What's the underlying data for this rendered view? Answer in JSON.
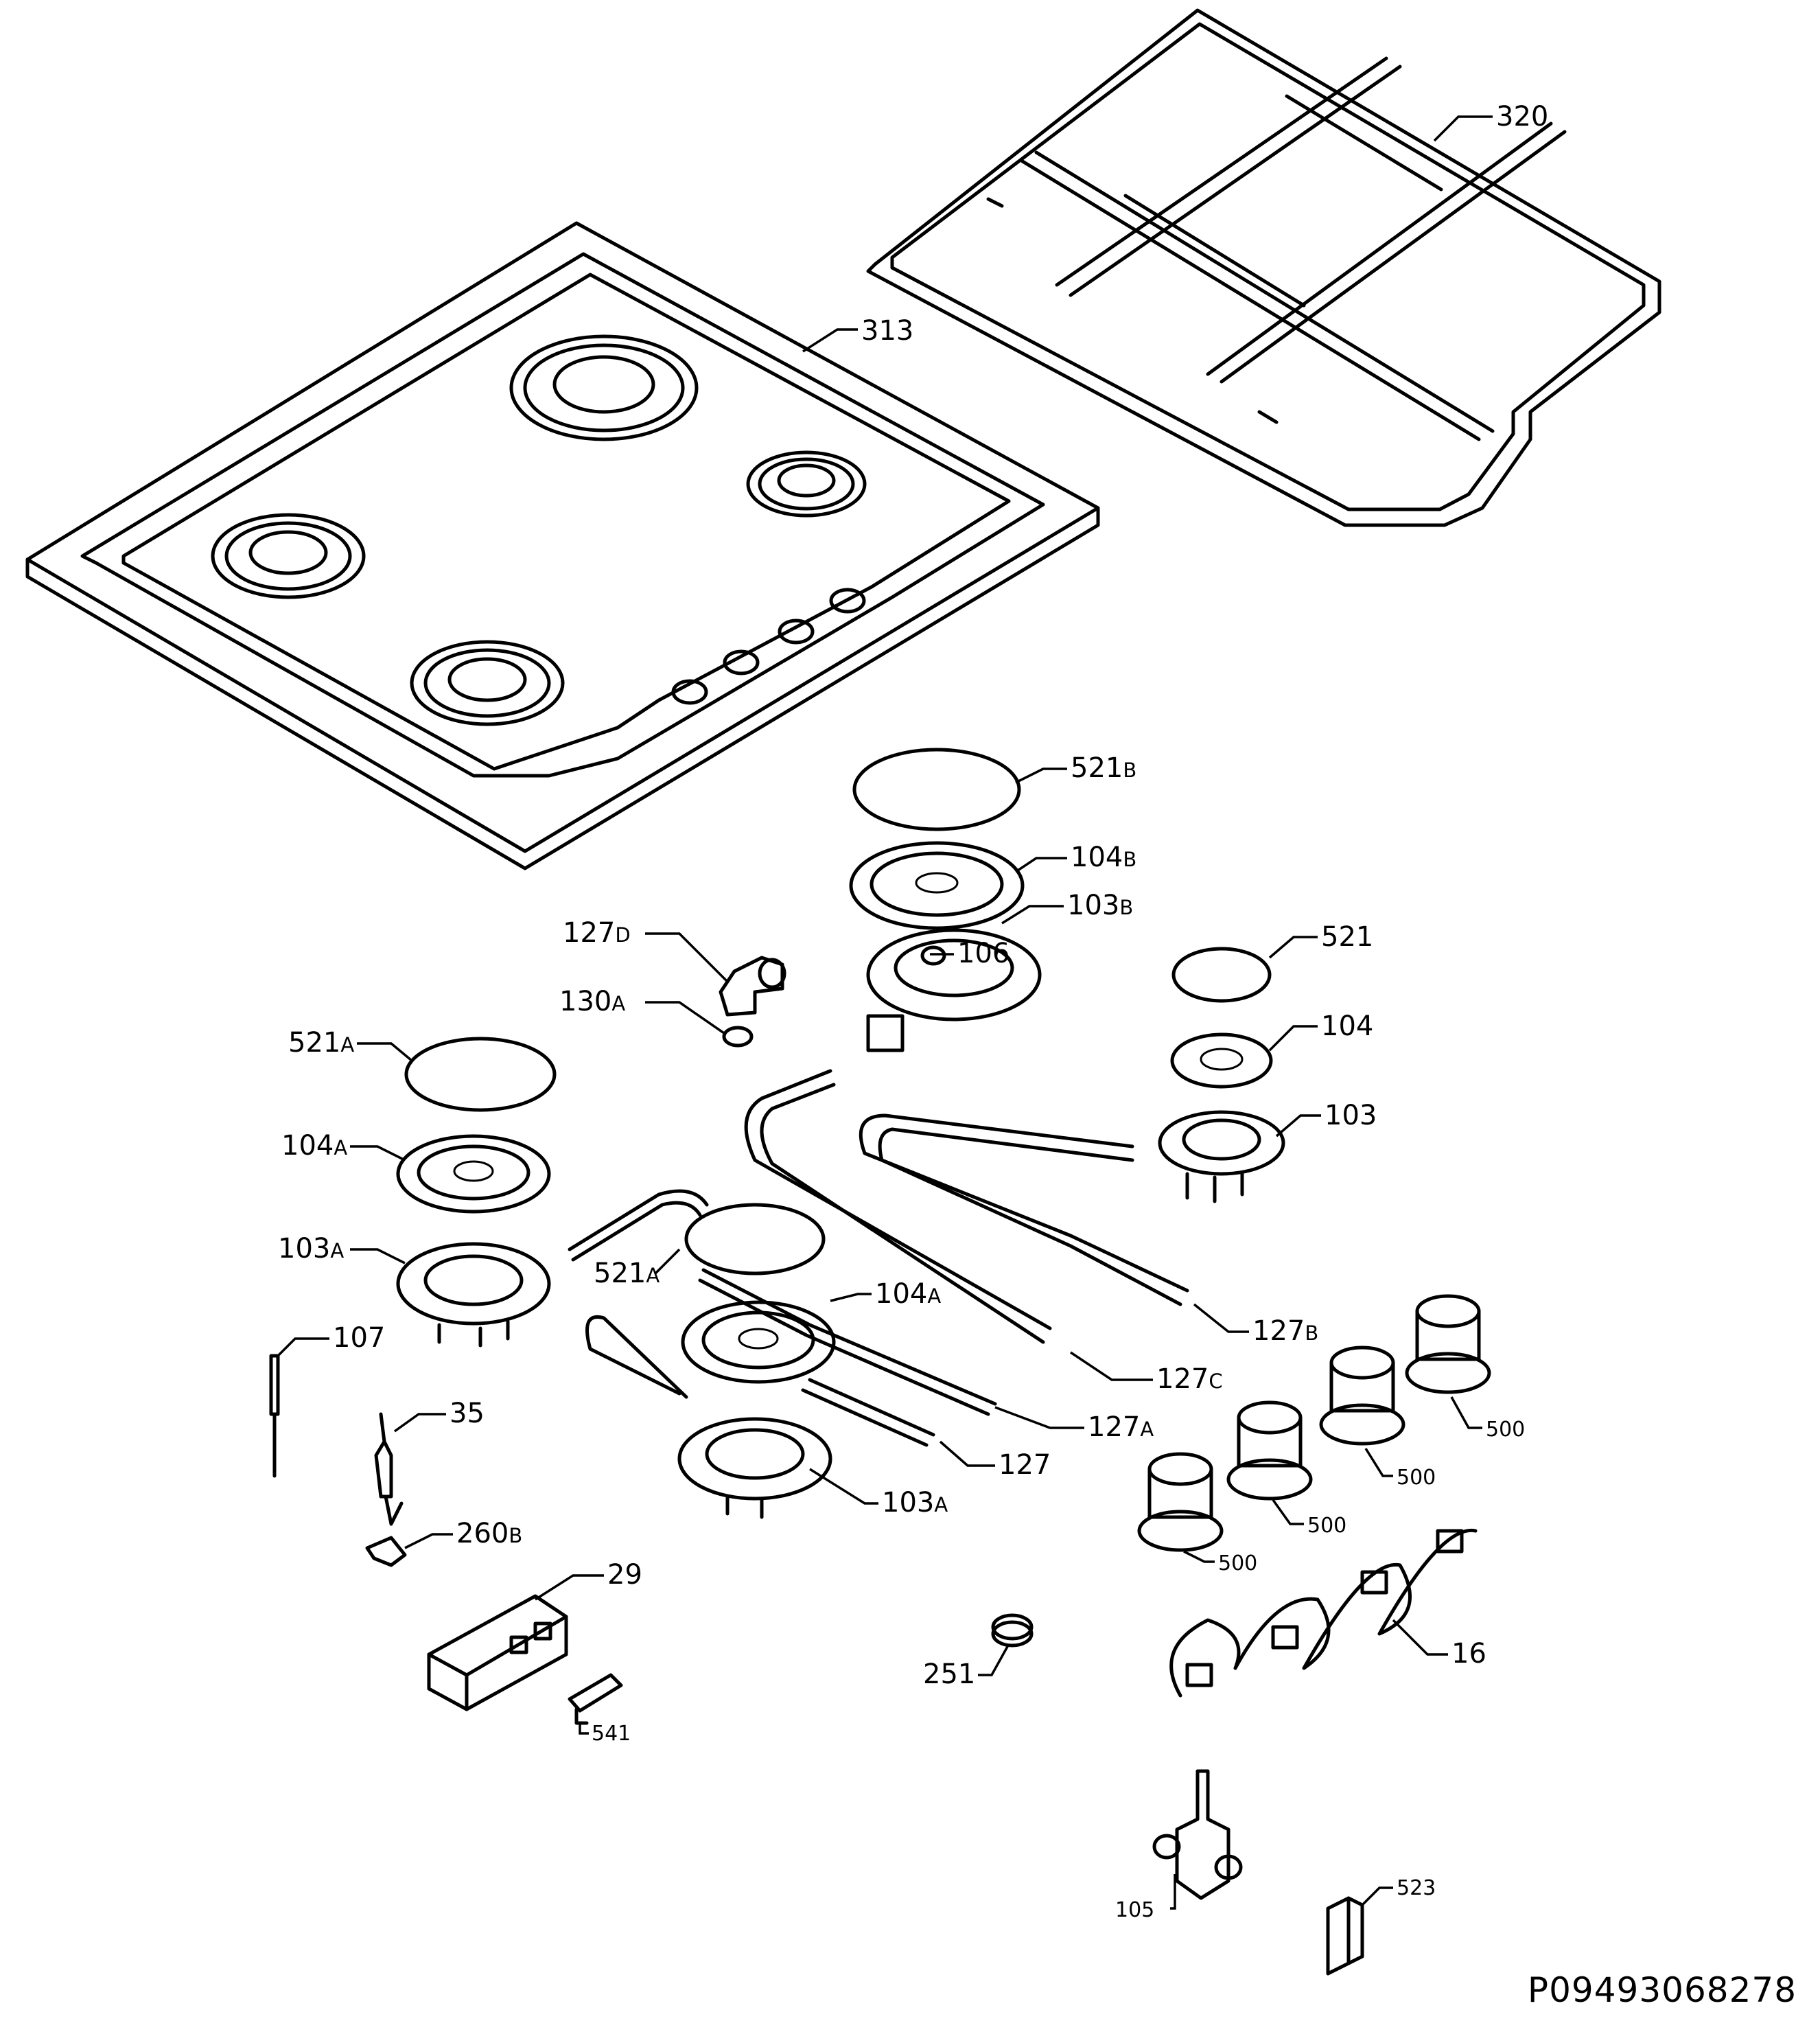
{
  "diagram": {
    "drawing_code": "P09493068278",
    "callouts": [
      {
        "id": "c320",
        "main": "320",
        "sub": ""
      },
      {
        "id": "c313",
        "main": "313",
        "sub": ""
      },
      {
        "id": "c521b",
        "main": "521",
        "sub": "B"
      },
      {
        "id": "c104b",
        "main": "104",
        "sub": "B"
      },
      {
        "id": "c103b",
        "main": "103",
        "sub": "B"
      },
      {
        "id": "c127d",
        "main": "127",
        "sub": "D"
      },
      {
        "id": "c106",
        "main": "106",
        "sub": ""
      },
      {
        "id": "c521",
        "main": "521",
        "sub": ""
      },
      {
        "id": "c130a",
        "main": "130",
        "sub": "A"
      },
      {
        "id": "c521a1",
        "main": "521",
        "sub": "A"
      },
      {
        "id": "c104",
        "main": "104",
        "sub": ""
      },
      {
        "id": "c103",
        "main": "103",
        "sub": ""
      },
      {
        "id": "c104a1",
        "main": "104",
        "sub": "A"
      },
      {
        "id": "c103a1",
        "main": "103",
        "sub": "A"
      },
      {
        "id": "c521a2",
        "main": "521",
        "sub": "A"
      },
      {
        "id": "c104a2",
        "main": "104",
        "sub": "A"
      },
      {
        "id": "c127b",
        "main": "127",
        "sub": "B"
      },
      {
        "id": "c107",
        "main": "107",
        "sub": ""
      },
      {
        "id": "c127c",
        "main": "127",
        "sub": "C"
      },
      {
        "id": "c35",
        "main": "35",
        "sub": ""
      },
      {
        "id": "c127a",
        "main": "127",
        "sub": "A"
      },
      {
        "id": "c500a",
        "main": "500",
        "sub": ""
      },
      {
        "id": "c127",
        "main": "127",
        "sub": ""
      },
      {
        "id": "c500b",
        "main": "500",
        "sub": ""
      },
      {
        "id": "c103a2",
        "main": "103",
        "sub": "A"
      },
      {
        "id": "c500c",
        "main": "500",
        "sub": ""
      },
      {
        "id": "c260b",
        "main": "260",
        "sub": "B"
      },
      {
        "id": "c500d",
        "main": "500",
        "sub": ""
      },
      {
        "id": "c29",
        "main": "29",
        "sub": ""
      },
      {
        "id": "c16",
        "main": "16",
        "sub": ""
      },
      {
        "id": "c251",
        "main": "251",
        "sub": ""
      },
      {
        "id": "c541",
        "main": "541",
        "sub": ""
      },
      {
        "id": "c523",
        "main": "523",
        "sub": ""
      },
      {
        "id": "c105",
        "main": "105",
        "sub": ""
      }
    ]
  }
}
